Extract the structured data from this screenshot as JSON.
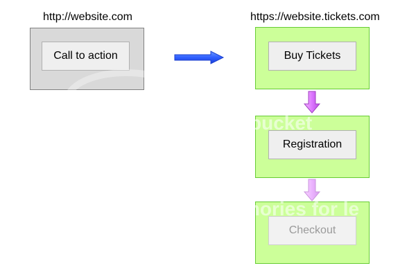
{
  "left": {
    "url": "http://website.com",
    "button_label": "Call to action"
  },
  "right": {
    "url": "https://website.tickets.com",
    "steps": [
      {
        "label": "Buy Tickets"
      },
      {
        "label": "Registration"
      },
      {
        "label": "Checkout"
      }
    ]
  },
  "watermark": {
    "line1": "bucket",
    "line2": "mories for le"
  },
  "colors": {
    "left_panel_fill": "#d9d9d9",
    "step_panel_fill": "#ccff99",
    "step_panel_border": "#66cc33",
    "horizontal_arrow": "#3366ff",
    "down_arrow": "#cc66ff"
  }
}
